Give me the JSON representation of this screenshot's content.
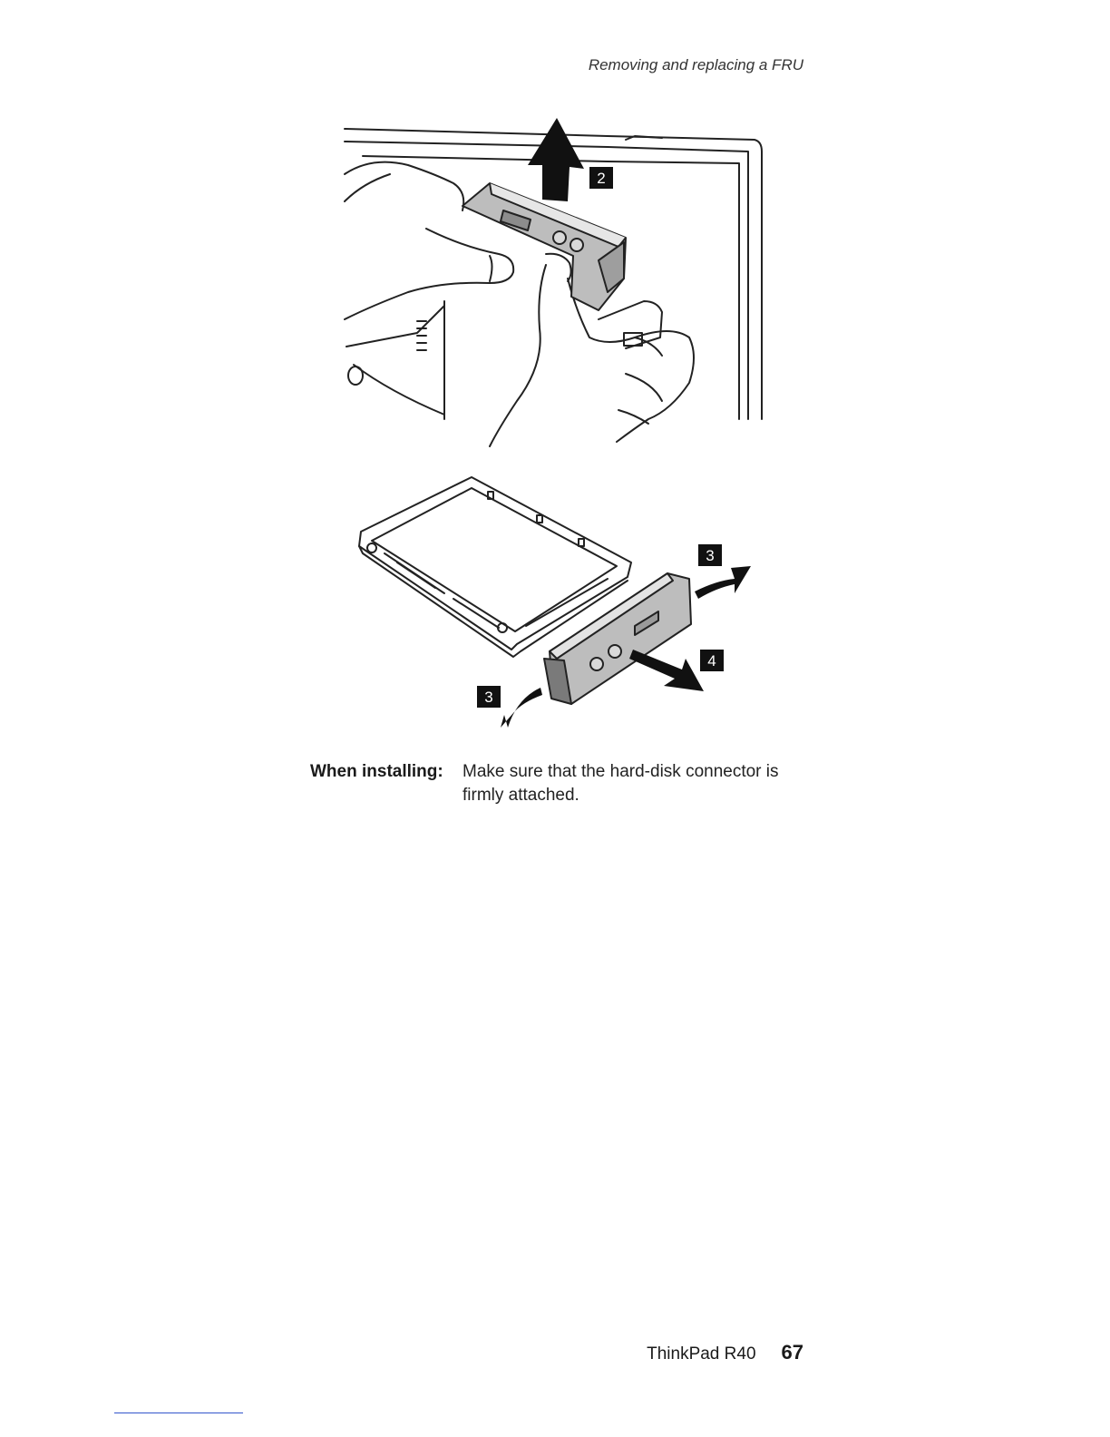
{
  "header": {
    "running_title": "Removing and replacing a FRU"
  },
  "figure_top": {
    "step_label": "2"
  },
  "figure_bottom": {
    "step_labels": [
      "3",
      "4",
      "3"
    ]
  },
  "note": {
    "label": "When installing:",
    "text": "Make sure that the hard-disk connector is firmly attached."
  },
  "footer": {
    "product": "ThinkPad R40",
    "page_number": "67"
  }
}
